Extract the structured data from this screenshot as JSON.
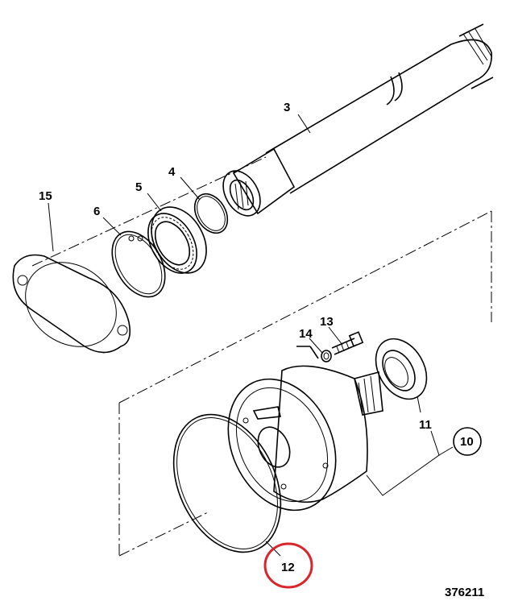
{
  "diagram": {
    "figure_number": "376211",
    "highlight_color": "#d9262b",
    "callouts": [
      {
        "id": "3",
        "label": "3"
      },
      {
        "id": "4",
        "label": "4"
      },
      {
        "id": "5",
        "label": "5"
      },
      {
        "id": "6",
        "label": "6"
      },
      {
        "id": "15",
        "label": "15"
      },
      {
        "id": "13",
        "label": "13"
      },
      {
        "id": "14",
        "label": "14"
      },
      {
        "id": "11",
        "label": "11"
      },
      {
        "id": "10",
        "label": "10",
        "circled": true
      },
      {
        "id": "12",
        "label": "12",
        "highlighted": true
      }
    ]
  }
}
